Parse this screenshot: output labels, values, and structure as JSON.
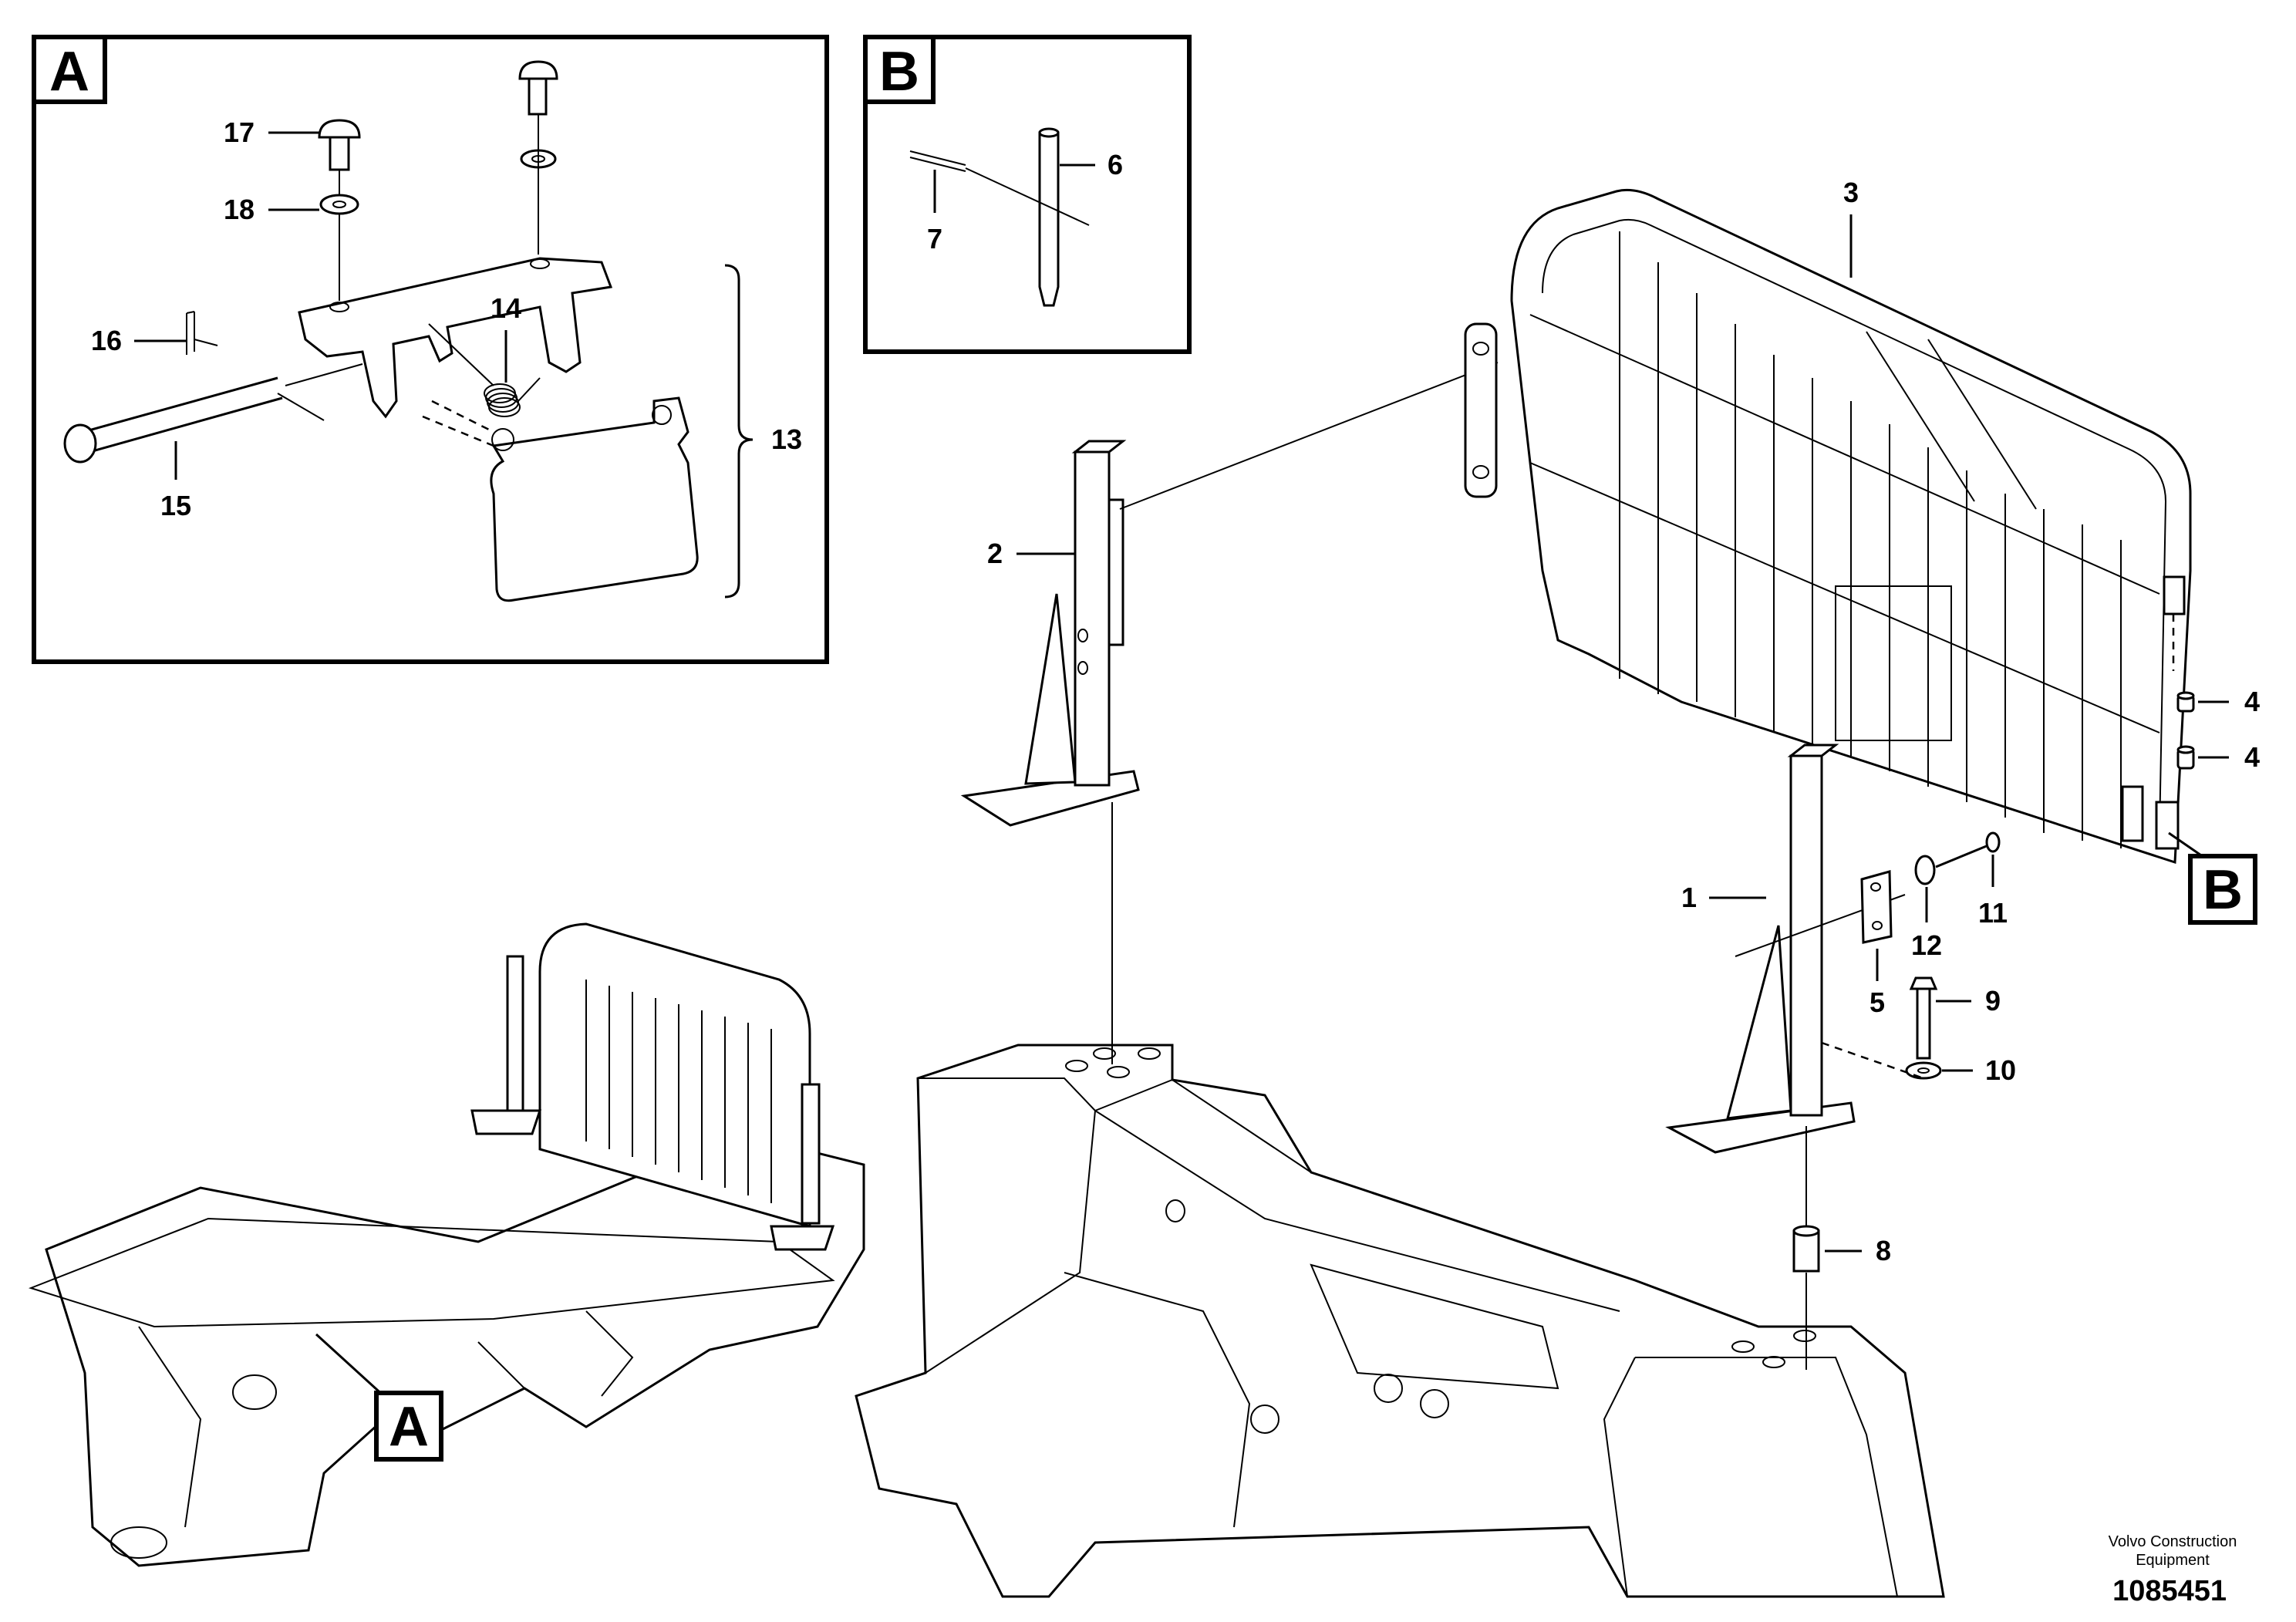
{
  "detail_labels": {
    "a": "A",
    "b": "B"
  },
  "part_numbers": {
    "p1": "1",
    "p2": "2",
    "p3": "3",
    "p4a": "4",
    "p4b": "4",
    "p5": "5",
    "p6": "6",
    "p7": "7",
    "p8": "8",
    "p9": "9",
    "p10": "10",
    "p11": "11",
    "p12": "12",
    "p13": "13",
    "p14": "14",
    "p15": "15",
    "p16": "16",
    "p17": "17",
    "p18": "18"
  },
  "footer": {
    "brand": "Volvo Construction Equipment",
    "document_number": "1085451"
  }
}
